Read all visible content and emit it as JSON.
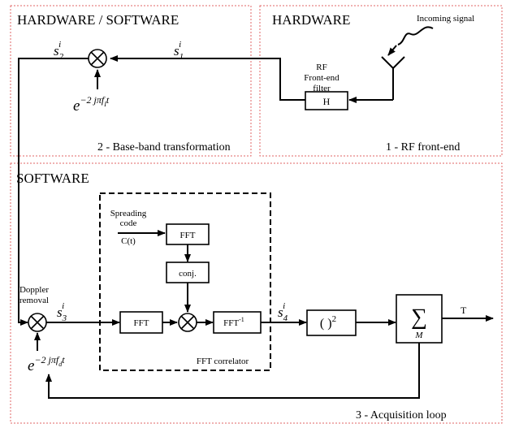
{
  "panels": {
    "hw_sw": {
      "title": "HARDWARE / SOFTWARE",
      "caption": "2 - Base-band transformation"
    },
    "hw": {
      "title": "HARDWARE",
      "caption": "1 - RF front-end"
    },
    "sw": {
      "title": "SOFTWARE",
      "caption": "3 - Acquisition loop"
    }
  },
  "rf": {
    "incoming": "Incoming signal",
    "filter_line1": "RF",
    "filter_line2": "Front-end",
    "filter_line3": "filter",
    "filter_box": "H"
  },
  "baseband": {
    "s1": "s",
    "s1_sub": "1",
    "s1_sup": "i",
    "s2": "s",
    "s2_sub": "2",
    "s2_sup": "i",
    "exp_base": "e",
    "exp_power": "−2 jπf",
    "exp_power_sub": "I",
    "exp_power_tail": "t"
  },
  "acquisition": {
    "doppler_line1": "Doppler",
    "doppler_line2": "removal",
    "s3": "s",
    "s3_sub": "3",
    "s3_sup": "i",
    "s4": "s",
    "s4_sub": "4",
    "s4_sup": "i",
    "spreading_line1": "Spreading",
    "spreading_line2": "code",
    "code_label": "C(t)",
    "fft_code": "FFT",
    "conj": "conj.",
    "fft_signal": "FFT",
    "ifft": "FFT",
    "ifft_sup": "-1",
    "correlator_label": "FFT correlator",
    "square": "( )",
    "square_sup": "2",
    "sum_symbol": "∑",
    "sum_sub": "M",
    "output": "T",
    "doppler_exp_base": "e",
    "doppler_exp_power": "−2 jπf",
    "doppler_exp_sub": "d",
    "doppler_exp_tail": "t"
  }
}
